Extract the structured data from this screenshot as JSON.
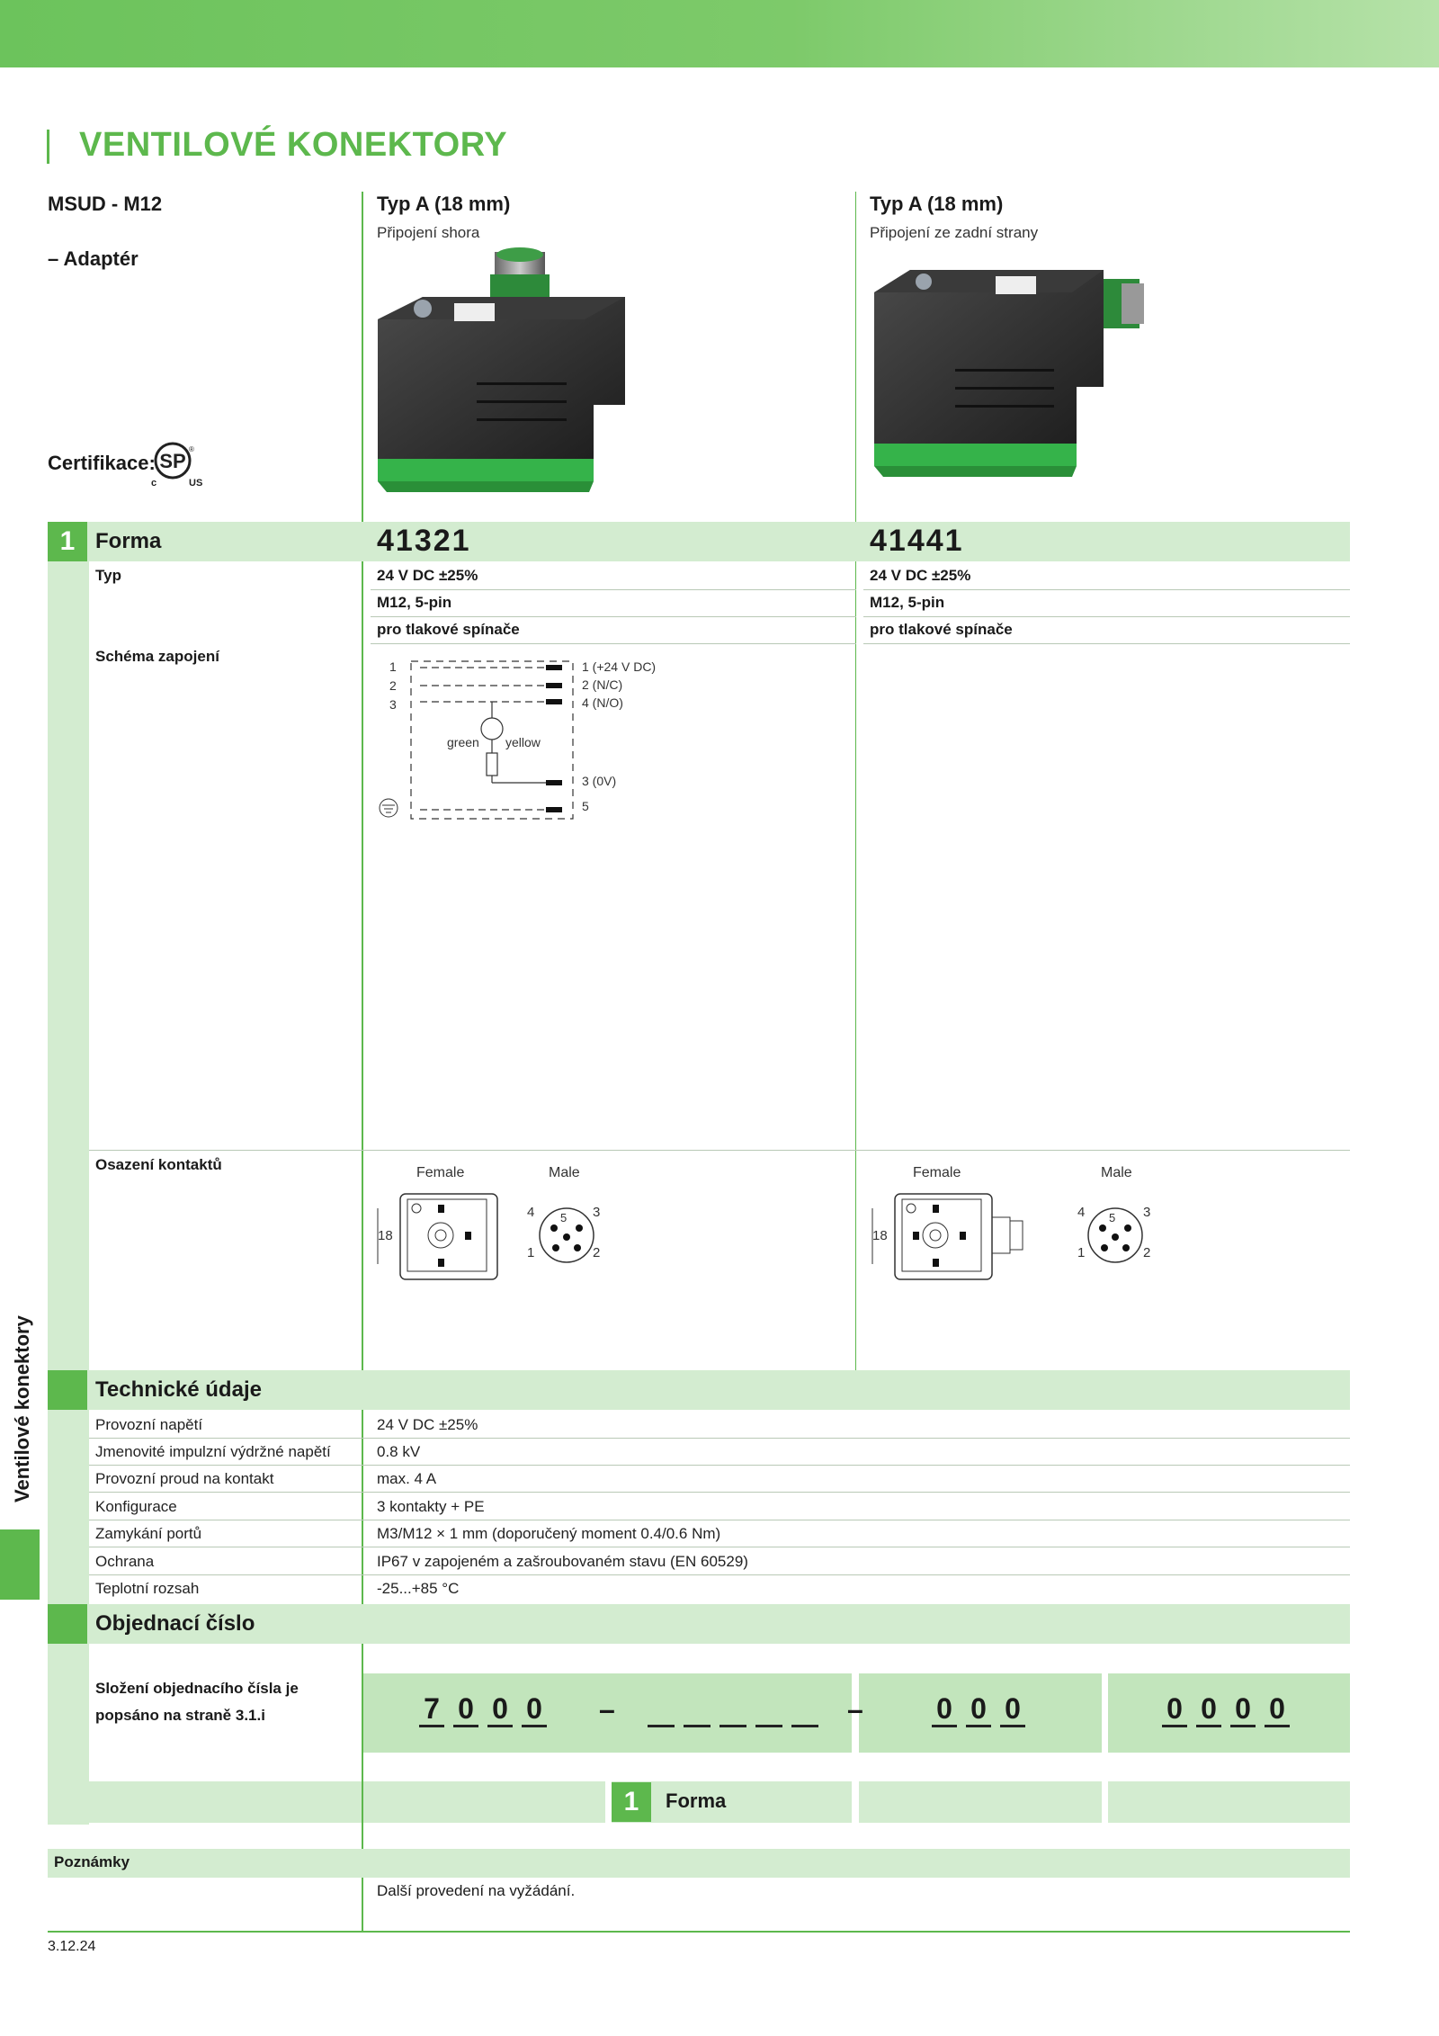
{
  "header": {
    "title": "VENTILOVÉ KONEKTORY"
  },
  "product": {
    "series": "MSUD - M12",
    "variant": "– Adaptér",
    "certification_label": "Certifikace:"
  },
  "columns": [
    {
      "type": "Typ A (18 mm)",
      "connection": "Připojení shora",
      "part_number": "41321",
      "typ_lines": [
        "24 V DC ±25%",
        "M12, 5-pin",
        "pro tlakové spínače"
      ]
    },
    {
      "type": "Typ A (18 mm)",
      "connection": "Připojení ze zadní strany",
      "part_number": "41441",
      "typ_lines": [
        "24 V DC ±25%",
        "M12, 5-pin",
        "pro tlakové spínače"
      ]
    }
  ],
  "sections": {
    "forma_number": "1",
    "forma": "Forma",
    "typ": "Typ",
    "schema": "Schéma zapojení",
    "osazeni": "Osazení kontaktů",
    "technicke": "Technické údaje",
    "objednaci": "Objednací číslo",
    "poznamky": "Poznámky"
  },
  "schema": {
    "left_pins": [
      "1",
      "2",
      "3"
    ],
    "right_pins": [
      "1 (+24 V DC)",
      "2 (N/C)",
      "4 (N/O)",
      "3 (0V)",
      "5"
    ],
    "led_left": "green",
    "led_right": "yellow"
  },
  "contacts": {
    "female": "Female",
    "male": "Male",
    "dim": "18",
    "male_pins": [
      "4",
      "5",
      "3",
      "1",
      "2"
    ]
  },
  "tech": [
    {
      "label": "Provozní napětí",
      "value": "24 V DC ±25%"
    },
    {
      "label": "Jmenovité impulzní výdržné napětí",
      "value": "0.8 kV"
    },
    {
      "label": "Provozní proud na kontakt",
      "value": "max. 4 A"
    },
    {
      "label": "Konfigurace",
      "value": "3 kontakty + PE"
    },
    {
      "label": "Zamykání portů",
      "value": "M3/M12 × 1 mm (doporučený moment 0.4/0.6 Nm)"
    },
    {
      "label": "Ochrana",
      "value": "IP67 v zapojeném a zašroubovaném stavu (EN 60529)"
    },
    {
      "label": "Teplotní rozsah",
      "value": "-25...+85 °C"
    }
  ],
  "order": {
    "description": "Složení objednacího čísla je popsáno na straně 3.1.i",
    "group1": [
      "7",
      "0",
      "0",
      "0"
    ],
    "separator": "–",
    "group3": [
      "0",
      "0",
      "0"
    ],
    "group4": [
      "0",
      "0",
      "0",
      "0"
    ],
    "legend_number": "1",
    "legend_label": "Forma"
  },
  "notes": "Další provedení na vyžádání.",
  "side_tab": "Ventilové konektory",
  "footer_date": "3.12.24",
  "colors": {
    "brand_green": "#5db84d",
    "light_green": "#d3ecd0"
  }
}
